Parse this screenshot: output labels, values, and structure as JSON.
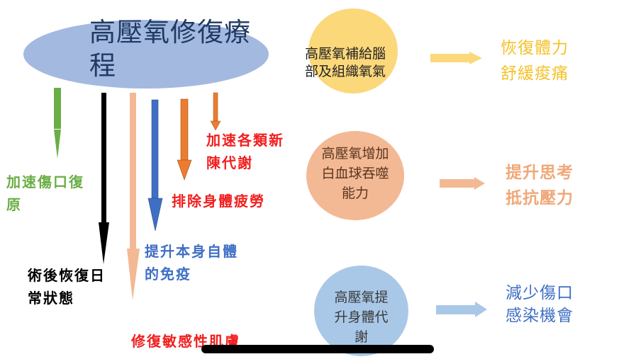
{
  "main_topic": {
    "title": "高壓氧修復療程",
    "color": "#a4b9e0"
  },
  "left_effects": [
    {
      "id": "wound",
      "label_lines": [
        "加速傷口復",
        "原"
      ],
      "color": "#6aae45"
    },
    {
      "id": "daily",
      "label_lines": [
        "術後恢復日",
        "常狀態"
      ],
      "color": "#000000"
    },
    {
      "id": "skin",
      "label_lines": [
        "修復敏感性肌膚"
      ],
      "color": "#f21e1e",
      "arrow_color": "#f3b994"
    },
    {
      "id": "immune",
      "label_lines": [
        "提升本身自體",
        "的免疫"
      ],
      "color": "#3f6fc4"
    },
    {
      "id": "fatigue",
      "label_lines": [
        "排除身體疲勞"
      ],
      "color": "#f21e1e",
      "arrow_color": "#ec7c30"
    },
    {
      "id": "metabolism",
      "label_lines": [
        "加速各類新",
        "陳代謝"
      ],
      "color": "#f21e1e",
      "arrow_color": "#ec7c30"
    }
  ],
  "right_flows": [
    {
      "id": "oxygen",
      "circle_lines": [
        "高壓氧補給腦",
        "部及組織氧氣"
      ],
      "result_lines": [
        "恢復體力",
        "舒緩痠痛"
      ],
      "circle_color": "#fbd87a",
      "result_color": "#f5c12a",
      "arrow_color": "#fbd87a"
    },
    {
      "id": "wbc",
      "circle_lines": [
        "高壓氧增加",
        "白血球吞噬",
        "能力"
      ],
      "result_lines": [
        "提升思考",
        "抵抗壓力"
      ],
      "circle_color": "#f3b994",
      "result_color": "#f0a878",
      "arrow_color": "#f3b994"
    },
    {
      "id": "body",
      "circle_lines": [
        "高壓氧提",
        "升身體代",
        "謝"
      ],
      "result_lines": [
        "減少傷口",
        "感染機會"
      ],
      "circle_color": "#a9c8e8",
      "result_color": "#3f6fc4",
      "arrow_color": "#a9c8e8"
    }
  ]
}
